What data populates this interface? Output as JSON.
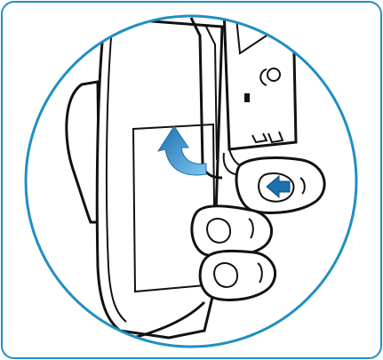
{
  "colors": {
    "frame_border": "#1f8fc2",
    "circle_border": "#1f8fc2",
    "arrow_blue_dark": "#1d6fae",
    "arrow_blue_light": "#4ba7dc",
    "line": "#111111",
    "fill": "#ffffff"
  },
  "icons": {
    "device": "hand-held-device",
    "action": "press-release-arrow",
    "direction": "lift-up-arrow"
  }
}
